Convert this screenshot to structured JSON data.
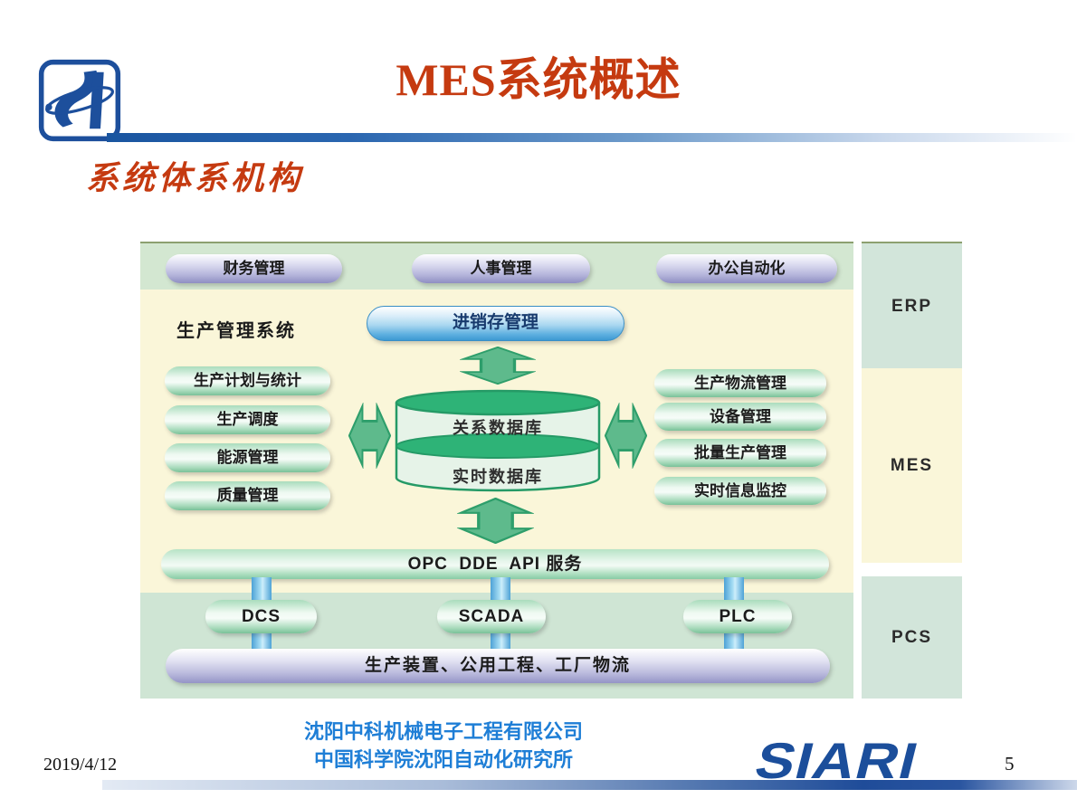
{
  "slide": {
    "title": "MES系统概述",
    "subtitle": "系统体系机构",
    "date": "2019/4/12",
    "page_number": "5",
    "footer_company_line1": "沈阳中科机械电子工程有限公司",
    "footer_company_line2": "中国科学院沈阳自动化研究所",
    "footer_logo_text": "SIARI"
  },
  "diagram": {
    "layer_labels": {
      "erp": "ERP",
      "mes": "MES",
      "pcs": "PCS"
    },
    "top_row": [
      "财务管理",
      "人事管理",
      "办公自动化"
    ],
    "production_system_label": "生产管理系统",
    "inventory_pill": "进销存管理",
    "left_pills": [
      "生产计划与统计",
      "生产调度",
      "能源管理",
      "质量管理"
    ],
    "right_pills": [
      "生产物流管理",
      "设备管理",
      "批量生产管理",
      "实时信息监控"
    ],
    "database": {
      "top": "关系数据库",
      "bottom": "实时数据库"
    },
    "service_bar": "OPC  DDE  API 服务",
    "pcs_row": [
      "DCS",
      "SCADA",
      "PLC"
    ],
    "bottom_bar": "生产装置、公用工程、工厂物流"
  },
  "colors": {
    "title_red": "#c53a10",
    "erp_strip_green": "#d3e7d1",
    "mes_strip_cream": "#faf6d9",
    "pcs_strip_green": "#cfe5d4",
    "pill_lavender": "#b6b6dc",
    "pill_green": "#a5d9b9",
    "pill_blue": "#3d99d2",
    "arrow_green": "#5eba8c",
    "cylinder_green": "#2eb377",
    "connector_blue": "#4da2d6",
    "footer_blue": "#1e7ed6",
    "logo_blue": "#1b4e9b"
  }
}
